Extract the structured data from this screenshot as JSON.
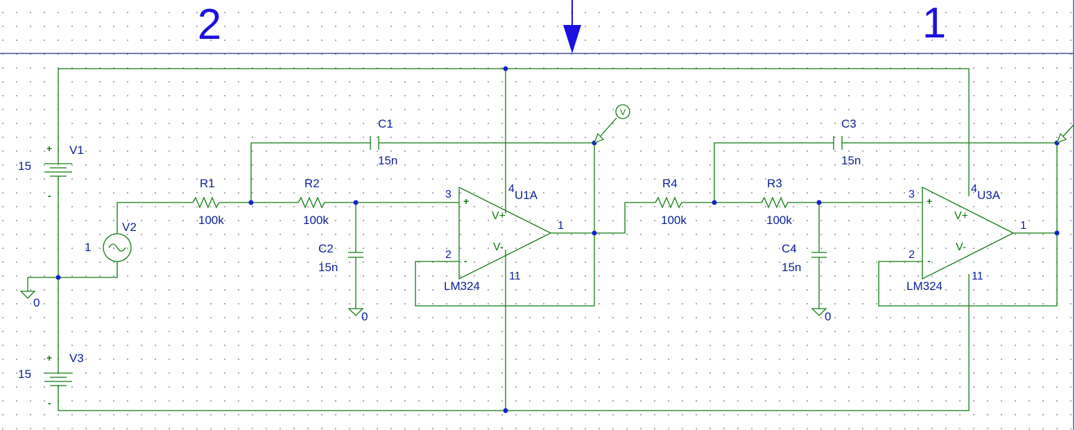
{
  "border": {
    "zone_left": "2",
    "zone_right": "1"
  },
  "sources": {
    "v1": {
      "name": "V1",
      "value": "15",
      "plus": "+",
      "minus": "-"
    },
    "v2": {
      "name": "V2",
      "value": "1"
    },
    "v3": {
      "name": "V3",
      "value": "15",
      "plus": "+",
      "minus": "-"
    }
  },
  "ground": {
    "label": "0"
  },
  "components": {
    "r1": {
      "name": "R1",
      "value": "100k"
    },
    "r2": {
      "name": "R2",
      "value": "100k"
    },
    "r3": {
      "name": "R3",
      "value": "100k"
    },
    "r4": {
      "name": "R4",
      "value": "100k"
    },
    "c1": {
      "name": "C1",
      "value": "15n"
    },
    "c2": {
      "name": "C2",
      "value": "15n"
    },
    "c3": {
      "name": "C3",
      "value": "15n"
    },
    "c4": {
      "name": "C4",
      "value": "15n"
    }
  },
  "opamps": {
    "u1": {
      "ref": "U1A",
      "part": "LM324",
      "pin_in_plus": "3",
      "pin_in_minus": "2",
      "pin_out": "1",
      "pin_vplus": "4",
      "pin_vminus": "11",
      "vplus_label": "V+",
      "vminus_label": "V-",
      "plus_sign": "+",
      "minus_sign": "-"
    },
    "u3": {
      "ref": "U3A",
      "part": "LM324",
      "pin_in_plus": "3",
      "pin_in_minus": "2",
      "pin_out": "1",
      "pin_vplus": "4",
      "pin_vminus": "11",
      "vplus_label": "V+",
      "vminus_label": "V-",
      "plus_sign": "+",
      "minus_sign": "-"
    }
  },
  "probe": {
    "label": "V"
  }
}
